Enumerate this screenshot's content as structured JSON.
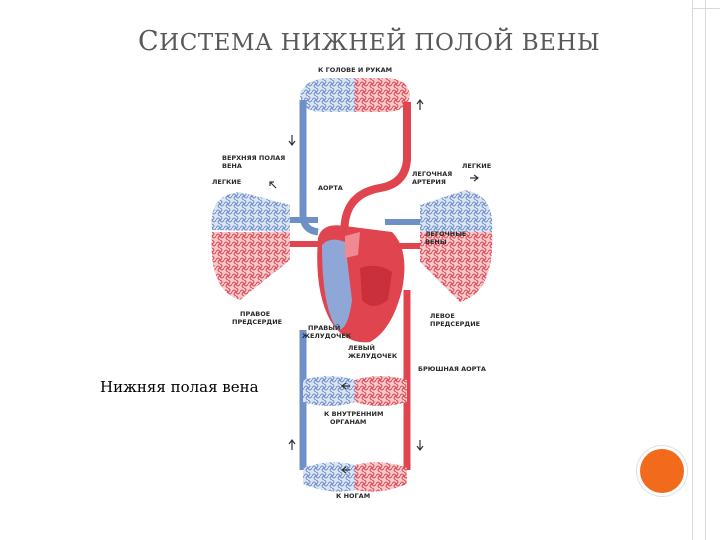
{
  "title": {
    "first": "С",
    "rest": "ИСТЕМА НИЖНЕЙ ПОЛОЙ ВЕНЫ"
  },
  "callout": "Нижняя полая вена",
  "labels": {
    "head_arms": "К ГОЛОВЕ И РУКАМ",
    "svc_1": "ВЕРХНЯЯ ПОЛАЯ",
    "svc_2": "ВЕНА",
    "lungs_left": "ЛЕГКИЕ",
    "lungs_right": "ЛЕГКИЕ",
    "aorta": "АОРТА",
    "pulm_artery_1": "ЛЕГОЧНАЯ",
    "pulm_artery_2": "АРТЕРИЯ",
    "pulm_veins_1": "ЛЕГОЧНЫЕ",
    "pulm_veins_2": "ВЕНЫ",
    "right_atrium_1": "ПРАВОЕ",
    "right_atrium_2": "ПРЕДСЕРДИЕ",
    "right_ventricle_1": "ПРАВЫЙ",
    "right_ventricle_2": "ЖЕЛУДОЧЕК",
    "left_atrium_1": "ЛЕВОЕ",
    "left_atrium_2": "ПРЕДСЕРДИЕ",
    "left_ventricle_1": "ЛЕВЫЙ",
    "left_ventricle_2": "ЖЕЛУДОЧЕК",
    "abdominal_aorta": "БРЮШНАЯ АОРТА",
    "internal_organs_1": "К ВНУТРЕННИМ",
    "internal_organs_2": "ОРГАНАМ",
    "legs": "К НОГАМ"
  },
  "colors": {
    "arterial": "#e0454f",
    "venous": "#6f8fc9",
    "title": "#595959",
    "accent": "#f26a1b"
  }
}
